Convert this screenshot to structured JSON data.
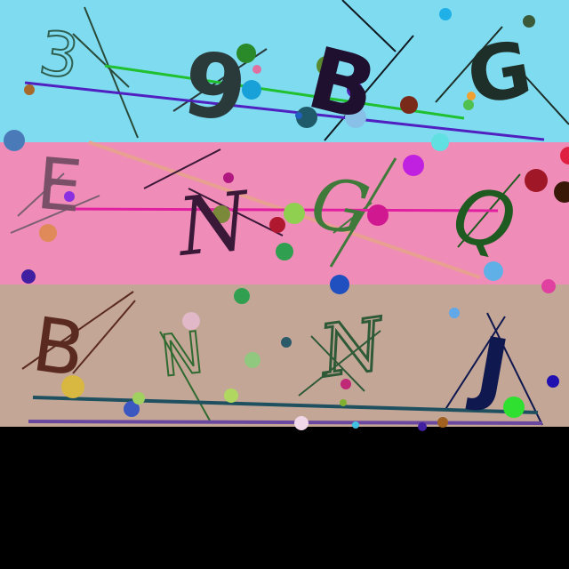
{
  "rows": [
    {
      "background": "#7fdcf0",
      "chars": [
        {
          "text": "3",
          "color": "#2f5f50"
        },
        {
          "text": "9",
          "color": "#2a3a3a"
        },
        {
          "text": "B",
          "color": "#1f1030"
        },
        {
          "text": "G",
          "color": "#1e2e28"
        }
      ]
    },
    {
      "background": "#f08cb8",
      "chars": [
        {
          "text": "E",
          "color": "#7a5068"
        },
        {
          "text": "N",
          "color": "#3a1838"
        },
        {
          "text": "G",
          "color": "#3f7a3a"
        },
        {
          "text": "Q",
          "color": "#1f5a20"
        }
      ]
    },
    {
      "background": "#c3a696",
      "chars": [
        {
          "text": "B",
          "color": "#5a2a20"
        },
        {
          "text": "N",
          "color": "#2f6a30"
        },
        {
          "text": "N",
          "color": "#2f5a38"
        },
        {
          "text": "J",
          "color": "#101850"
        }
      ]
    }
  ],
  "empty_area_color": "#000000"
}
